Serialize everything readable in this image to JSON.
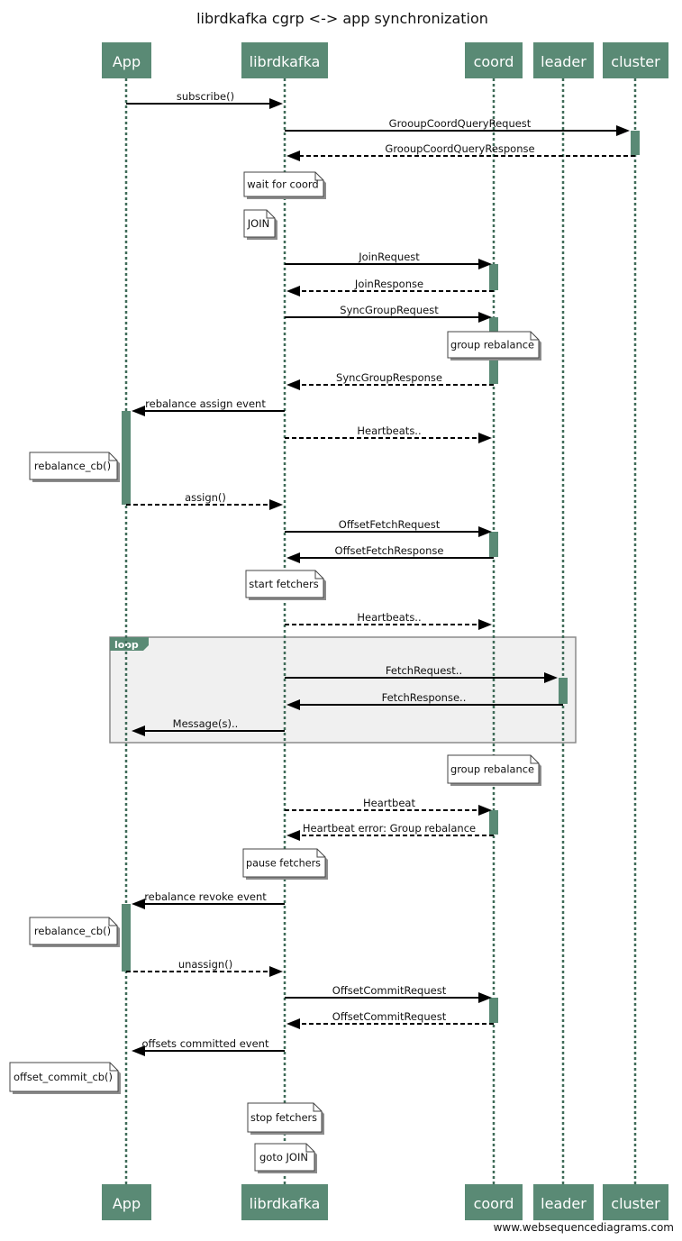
{
  "title": "librdkafka cgrp <-> app synchronization",
  "participants": [
    {
      "id": "app",
      "label": "App"
    },
    {
      "id": "lib",
      "label": "librdkafka"
    },
    {
      "id": "coord",
      "label": "coord"
    },
    {
      "id": "leader",
      "label": "leader"
    },
    {
      "id": "cluster",
      "label": "cluster"
    }
  ],
  "loop": {
    "label": "loop"
  },
  "messages": [
    {
      "from": "app",
      "to": "lib",
      "label": "subscribe()",
      "dashed": false
    },
    {
      "from": "lib",
      "to": "cluster",
      "label": "GrooupCoordQueryRequest",
      "dashed": false
    },
    {
      "from": "cluster",
      "to": "lib",
      "label": "GrooupCoordQueryResponse",
      "dashed": true
    },
    {
      "from": "lib",
      "to": "coord",
      "label": "JoinRequest",
      "dashed": false
    },
    {
      "from": "coord",
      "to": "lib",
      "label": "JoinResponse",
      "dashed": true
    },
    {
      "from": "lib",
      "to": "coord",
      "label": "SyncGroupRequest",
      "dashed": false
    },
    {
      "from": "coord",
      "to": "lib",
      "label": "SyncGroupResponse",
      "dashed": true
    },
    {
      "from": "lib",
      "to": "app",
      "label": "rebalance assign event",
      "dashed": false
    },
    {
      "from": "lib",
      "to": "coord",
      "label": "Heartbeats..",
      "dashed": true
    },
    {
      "from": "app",
      "to": "lib",
      "label": "assign()",
      "dashed": true
    },
    {
      "from": "lib",
      "to": "coord",
      "label": "OffsetFetchRequest",
      "dashed": false
    },
    {
      "from": "coord",
      "to": "lib",
      "label": "OffsetFetchResponse",
      "dashed": false
    },
    {
      "from": "lib",
      "to": "coord",
      "label": "Heartbeats..",
      "dashed": true
    },
    {
      "from": "lib",
      "to": "leader",
      "label": "FetchRequest..",
      "dashed": false
    },
    {
      "from": "leader",
      "to": "lib",
      "label": "FetchResponse..",
      "dashed": false
    },
    {
      "from": "lib",
      "to": "app",
      "label": "Message(s)..",
      "dashed": false
    },
    {
      "from": "lib",
      "to": "coord",
      "label": "Heartbeat",
      "dashed": true
    },
    {
      "from": "coord",
      "to": "lib",
      "label": "Heartbeat error: Group rebalance",
      "dashed": true
    },
    {
      "from": "lib",
      "to": "app",
      "label": "rebalance revoke event",
      "dashed": false
    },
    {
      "from": "app",
      "to": "lib",
      "label": "unassign()",
      "dashed": true
    },
    {
      "from": "lib",
      "to": "coord",
      "label": "OffsetCommitRequest",
      "dashed": false
    },
    {
      "from": "coord",
      "to": "lib",
      "label": "OffsetCommitRequest",
      "dashed": true
    },
    {
      "from": "lib",
      "to": "app",
      "label": "offsets committed event",
      "dashed": false
    }
  ],
  "notes": [
    {
      "over": "lib",
      "label": "wait for coord"
    },
    {
      "over": "lib",
      "label": "JOIN"
    },
    {
      "over": "coord",
      "label": "group rebalance"
    },
    {
      "over": "app",
      "label": "rebalance_cb()"
    },
    {
      "over": "lib",
      "label": "start fetchers"
    },
    {
      "over": "coord",
      "label": "group rebalance"
    },
    {
      "over": "lib",
      "label": "pause fetchers"
    },
    {
      "over": "app",
      "label": "rebalance_cb()"
    },
    {
      "over": "app",
      "label": "offset_commit_cb()"
    },
    {
      "over": "lib",
      "label": "stop fetchers"
    },
    {
      "over": "lib",
      "label": "goto JOIN"
    }
  ],
  "footer": "www.websequencediagrams.com",
  "colors": {
    "participant": "#5a8a75",
    "lifeline": "#3f6b58",
    "activation": "#5a8a75",
    "loop_bg": "#f0f0f0",
    "loop_border": "#8a8a8a",
    "loop_tab": "#5a8a75",
    "note_bg": "#ffffff",
    "arrow": "#000000"
  }
}
